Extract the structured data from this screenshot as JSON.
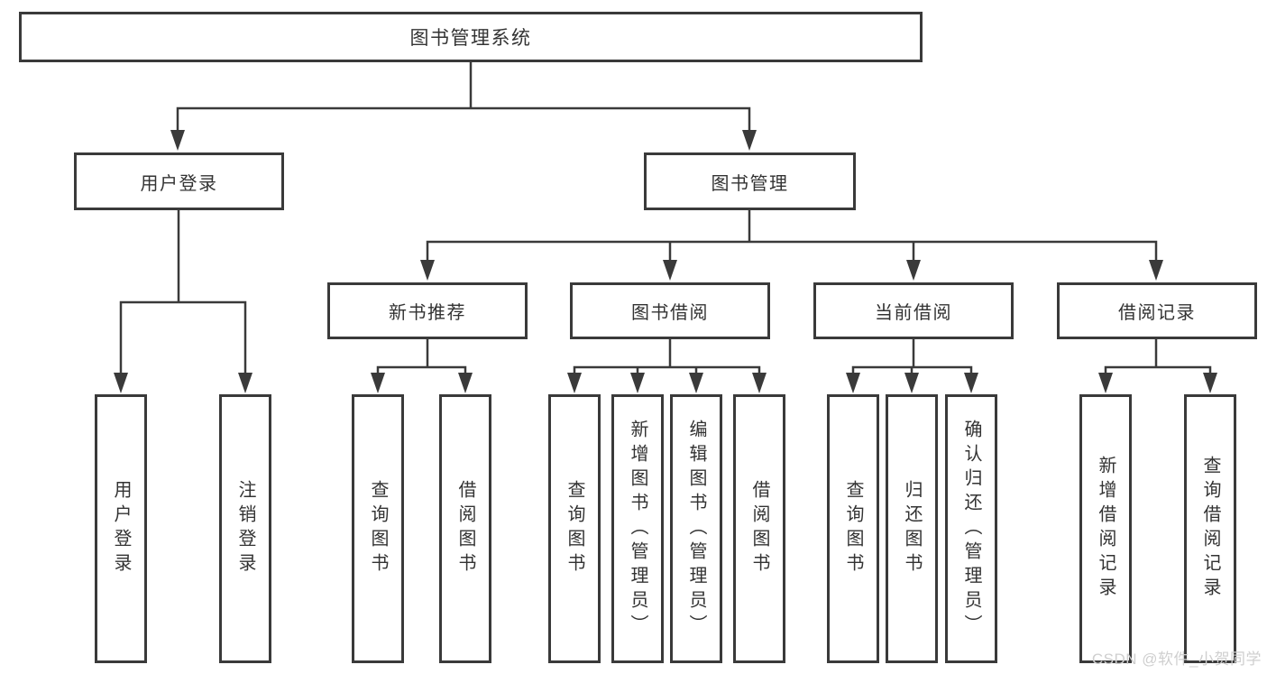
{
  "tree": {
    "root": {
      "label": "图书管理系统"
    },
    "branches": [
      {
        "label": "用户登录",
        "leaves": [
          {
            "label": "用户登录"
          },
          {
            "label": "注销登录"
          }
        ]
      },
      {
        "label": "图书管理",
        "groups": [
          {
            "label": "新书推荐",
            "leaves": [
              {
                "label": "查询图书"
              },
              {
                "label": "借阅图书"
              }
            ]
          },
          {
            "label": "图书借阅",
            "leaves": [
              {
                "label": "查询图书"
              },
              {
                "label": "新增图书（管理员）"
              },
              {
                "label": "编辑图书（管理员）"
              },
              {
                "label": "借阅图书"
              }
            ]
          },
          {
            "label": "当前借阅",
            "leaves": [
              {
                "label": "查询图书"
              },
              {
                "label": "归还图书"
              },
              {
                "label": "确认归还（管理员）"
              }
            ]
          },
          {
            "label": "借阅记录",
            "leaves": [
              {
                "label": "新增借阅记录"
              },
              {
                "label": "查询借阅记录"
              }
            ]
          }
        ]
      }
    ]
  },
  "watermark": {
    "text": "CSDN @软件_小贺同学"
  },
  "colors": {
    "line": "#3a3a3a",
    "box_border": "#3a3a3a",
    "box_fill": "#ffffff",
    "text": "#333333",
    "watermark": "#cfcfcf"
  }
}
